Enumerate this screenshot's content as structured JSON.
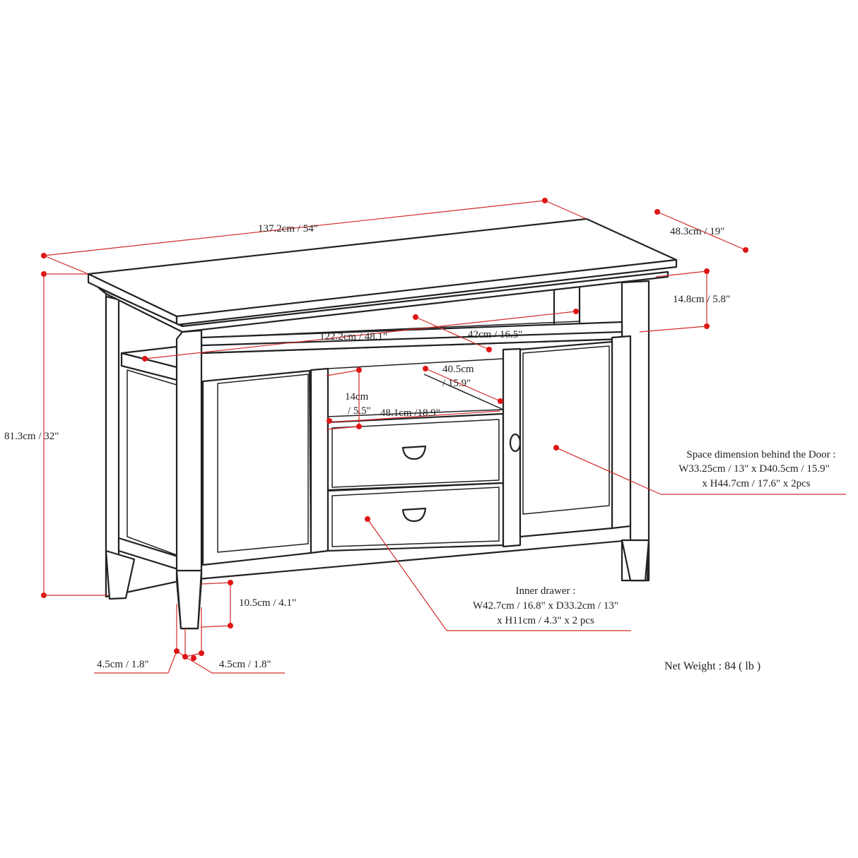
{
  "colors": {
    "dimension_line": "#d42a2a",
    "dimension_dot": "#e01515",
    "outline": "#222222"
  },
  "dimensions": {
    "overall_width": "137.2cm / 54\"",
    "overall_depth": "48.3cm / 19\"",
    "overall_height": "81.3cm / 32\"",
    "top_thickness": "14.8cm / 5.8\"",
    "inner_width": "122.2cm / 48.1\"",
    "inner_depth": "42cm / 16.5\"",
    "shelf_height_1": "14cm",
    "shelf_height_2": "/ 5.5\"",
    "shelf_depth_1": "40.5cm",
    "shelf_depth_2": "/ 15.9\"",
    "shelf_width": "48.1cm /18.9\"",
    "ground_clearance": "10.5cm / 4.1\"",
    "leg_left": "4.5cm / 1.8\"",
    "leg_right": "4.5cm / 1.8\""
  },
  "notes": {
    "door_space": [
      "Space dimension behind the Door :",
      "W33.25cm / 13\" x D40.5cm / 15.9\"",
      "x H44.7cm / 17.6\" x 2pcs"
    ],
    "inner_drawer": [
      "Inner drawer :",
      "W42.7cm / 16.8\" x D33.2cm / 13\"",
      "x H11cm / 4.3\" x 2 pcs"
    ],
    "net_weight": "Net Weight : 84 ( lb )"
  }
}
